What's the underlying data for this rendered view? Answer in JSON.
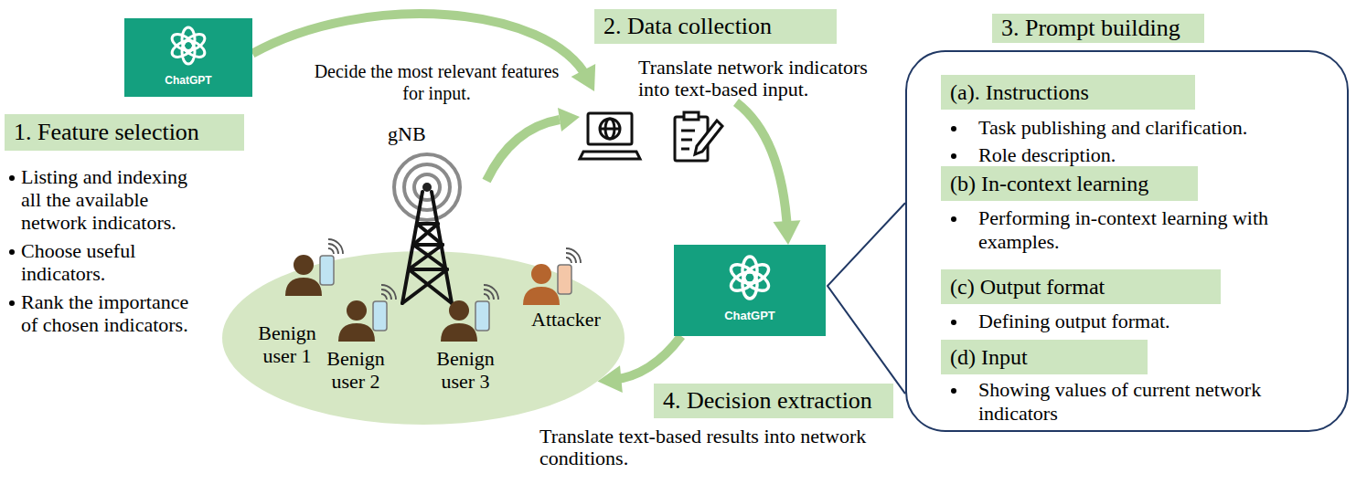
{
  "diagram": {
    "nodes": [
      {
        "text": [
          "ChatGPT"
        ]
      },
      {
        "text": [
          "1. Feature selection",
          "Listing and indexing all the available network indicators.",
          "Choose useful indicators.",
          "Rank the importance of chosen indicators."
        ]
      },
      {
        "text": [
          "2. Data collection",
          "Translate network indicators into text-based input."
        ]
      },
      {
        "text": [
          "3. Prompt building"
        ]
      },
      {
        "text": [
          "(a). Instructions",
          "Task publishing and clarification.",
          "Role description."
        ],
        "in": 3
      },
      {
        "text": [
          "(b) In-context learning",
          "Performing in-context learning with examples."
        ],
        "in": 3
      },
      {
        "text": [
          "(c) Output format",
          "Defining output format."
        ],
        "in": 3
      },
      {
        "text": [
          "(d) Input",
          "Showing values of current network indicators"
        ],
        "in": 3
      },
      {
        "text": [
          "ChatGPT"
        ]
      },
      {
        "text": [
          "Benign user 1",
          "Benign user 2",
          "Benign user 3",
          "Attacker"
        ]
      },
      {
        "text": [
          "4. Decision extraction",
          "Translate text-based results into network conditions."
        ]
      }
    ],
    "edges": [
      {
        "from": 0,
        "to": 2,
        "arrow": "to",
        "label": "Decide the most relevant features for input."
      },
      {
        "from": 2,
        "to": 8,
        "arrow": "to"
      },
      {
        "from": 8,
        "to": 9,
        "arrow": "to"
      },
      {
        "from": 8,
        "to": 3,
        "arrow": "none"
      }
    ],
    "labels": [
      "gNB"
    ]
  }
}
